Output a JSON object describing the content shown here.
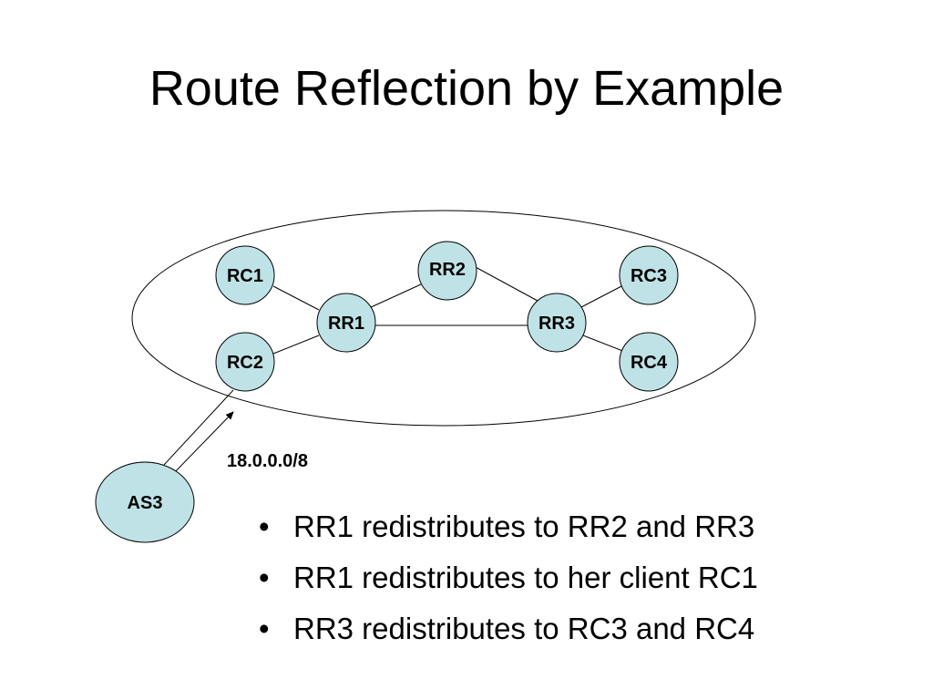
{
  "title": "Route Reflection by Example",
  "colors": {
    "node_fill": "#bfe2e6",
    "stroke": "#000000",
    "background": "#ffffff"
  },
  "diagram": {
    "nodes": [
      {
        "id": "RC1",
        "label": "RC1"
      },
      {
        "id": "RC2",
        "label": "RC2"
      },
      {
        "id": "RR1",
        "label": "RR1"
      },
      {
        "id": "RR2",
        "label": "RR2"
      },
      {
        "id": "RR3",
        "label": "RR3"
      },
      {
        "id": "RC3",
        "label": "RC3"
      },
      {
        "id": "RC4",
        "label": "RC4"
      },
      {
        "id": "AS3",
        "label": "AS3"
      }
    ],
    "links": [
      {
        "from": "RC1",
        "to": "RR1"
      },
      {
        "from": "RC2",
        "to": "RR1"
      },
      {
        "from": "RR1",
        "to": "RR2"
      },
      {
        "from": "RR1",
        "to": "RR3"
      },
      {
        "from": "RR2",
        "to": "RR3"
      },
      {
        "from": "RR3",
        "to": "RC3"
      },
      {
        "from": "RR3",
        "to": "RC4"
      },
      {
        "from": "AS3",
        "to": "RC2"
      }
    ],
    "announcement": {
      "from": "AS3",
      "to": "RC2",
      "prefix": "18.0.0.0/8"
    }
  },
  "bullet_symbol": "•",
  "bullets": [
    "RR1 redistributes to RR2 and RR3",
    "RR1 redistributes to her client RC1",
    "RR3 redistributes to RC3 and RC4"
  ]
}
